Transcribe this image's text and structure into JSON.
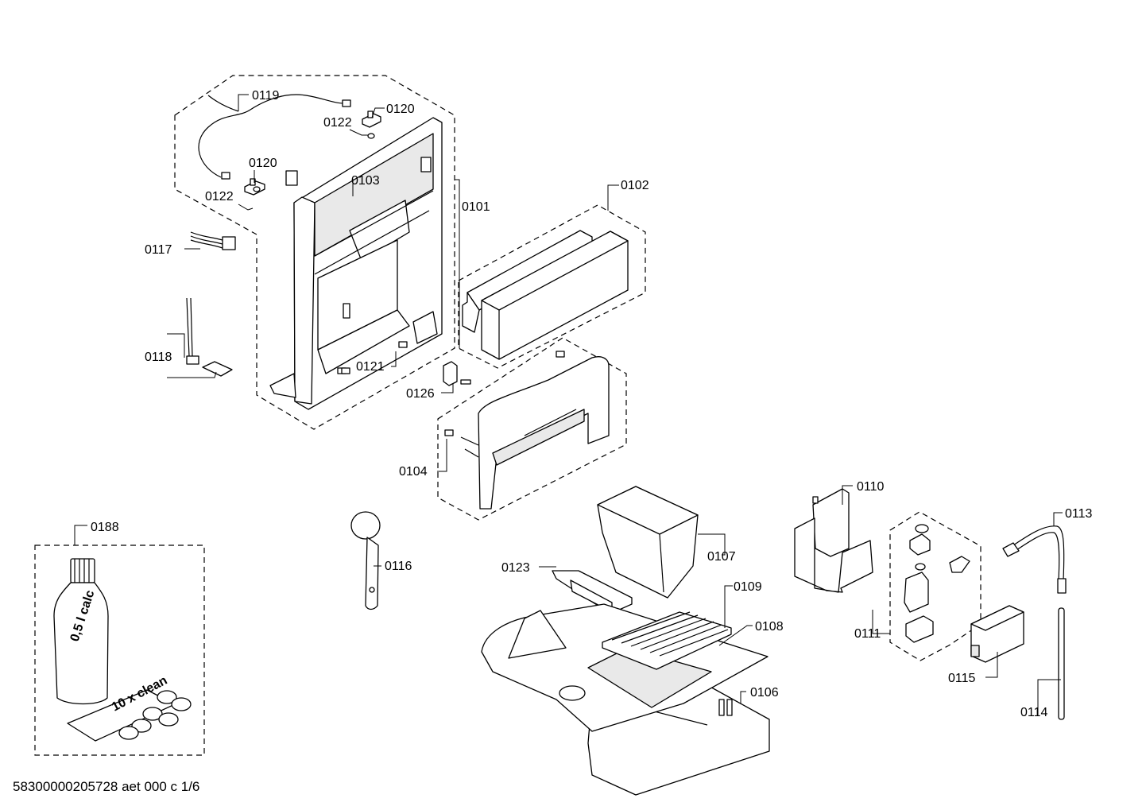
{
  "labels": {
    "l0119": "0119",
    "l0120a": "0120",
    "l0122a": "0122",
    "l0120b": "0120",
    "l0122b": "0122",
    "l0103": "0103",
    "l0101": "0101",
    "l0102": "0102",
    "l0117": "0117",
    "l0118": "0118",
    "l0121": "0121",
    "l0126": "0126",
    "l0104": "0104",
    "l0188": "0188",
    "l0116": "0116",
    "l0110": "0110",
    "l0113": "0113",
    "l0107": "0107",
    "l0123": "0123",
    "l0109": "0109",
    "l0108": "0108",
    "l0111": "0111",
    "l0115": "0115",
    "l0106": "0106",
    "l0114": "0114"
  },
  "bottle_text": "0,5 l calc",
  "card_text": "10 x clean",
  "footer": "58300000205728 aet 000 c 1/6"
}
